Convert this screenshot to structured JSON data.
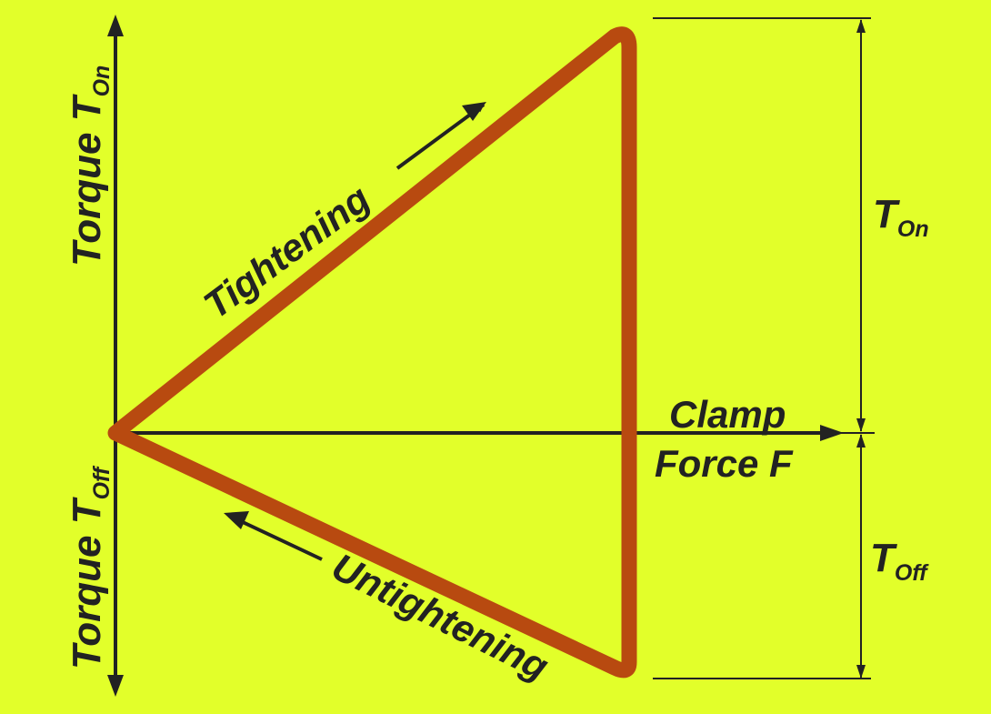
{
  "colors": {
    "background": "#e2ff2a",
    "curve": "#b84a10",
    "ink": "#222222"
  },
  "labels": {
    "y_axis_top": {
      "main": "Torque T",
      "sub": "On"
    },
    "y_axis_bottom": {
      "main": "Torque T",
      "sub": "Off"
    },
    "x_axis": {
      "line1": "Clamp",
      "line2": "Force F"
    },
    "tightening": "Tightening",
    "untightening": "Untightening",
    "dim_on": {
      "main": "T",
      "sub": "On"
    },
    "dim_off": {
      "main": "T",
      "sub": "Off"
    }
  }
}
